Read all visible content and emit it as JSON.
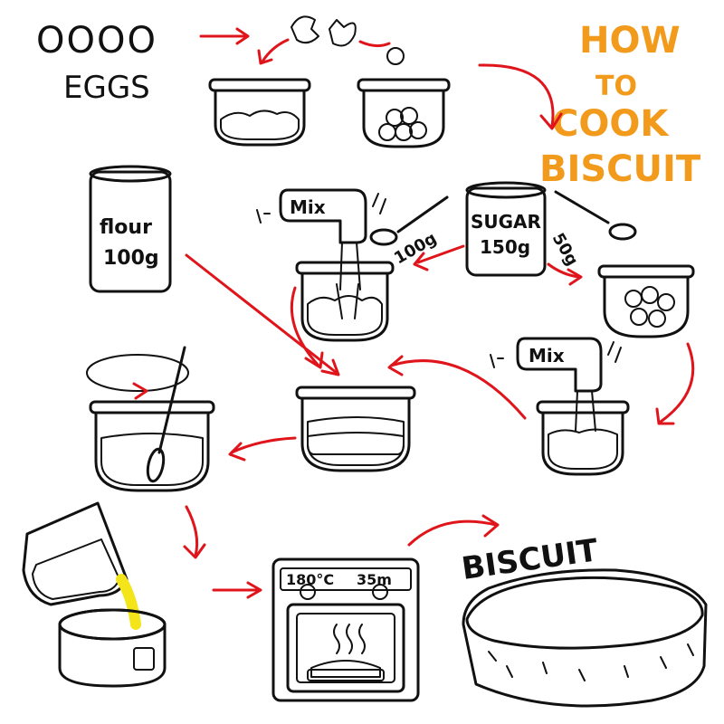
{
  "title": {
    "lines": [
      "HOW",
      "TO",
      "COOK",
      "BISCUIT"
    ]
  },
  "eggs": {
    "count_marks": "OOOO",
    "label": "EGGS"
  },
  "flour_can": {
    "line1": "flour",
    "line2": "100g"
  },
  "sugar_can": {
    "line1": "SUGAR",
    "line2": "150g"
  },
  "mixer_labels": {
    "top": "Mix",
    "right": "Mix"
  },
  "spoon_amounts": {
    "left": "100g",
    "right": "50g"
  },
  "oven": {
    "temperature": "180°C",
    "time": "35m"
  },
  "result_label": "BISCUIT",
  "colors": {
    "arrow": "#e0141b",
    "title": "#f29a1b",
    "bowl_glass": "#cfe9f5",
    "yolk": "#f3e51a",
    "can": "#e8502a",
    "mixer": "#7cc242",
    "biscuit": "#f6b53c"
  }
}
